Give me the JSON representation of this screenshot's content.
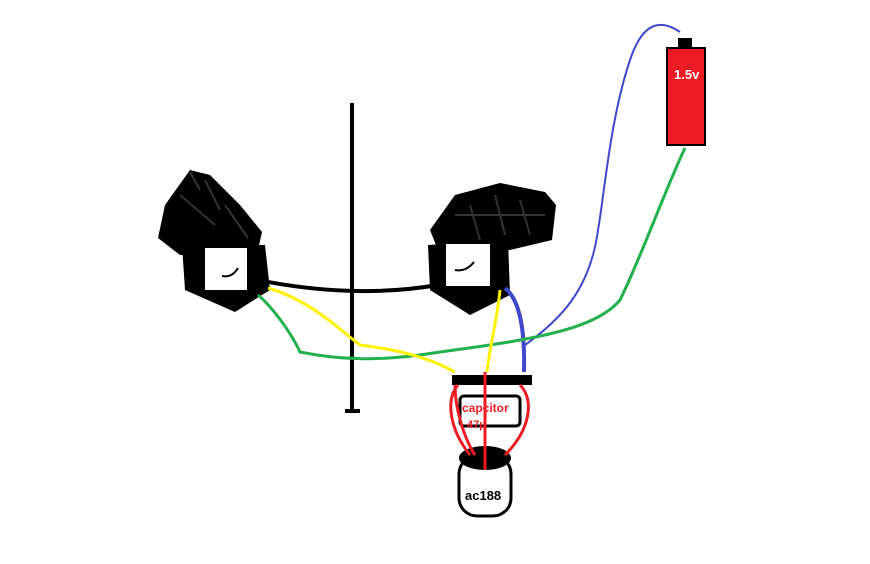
{
  "labels": {
    "battery": "1.5v",
    "capacitor": "capcitor",
    "capacitor_value": "47µ",
    "transistor": "ac188"
  },
  "colors": {
    "background": "#ffffff",
    "ink": "#000000",
    "battery_fill": "#ed1c24",
    "wire_red": "#ed1c24",
    "wire_yellow": "#fff200",
    "wire_green": "#22b14c",
    "wire_blue": "#3f48cc",
    "label_red": "#ed1c24",
    "label_white": "#ffffff"
  },
  "icons": {
    "left_speaker": "speaker-icon",
    "right_speaker": "speaker-icon",
    "battery": "battery-icon",
    "transistor": "transistor-icon",
    "capacitor": "capacitor-icon",
    "antenna": "antenna-pole"
  }
}
